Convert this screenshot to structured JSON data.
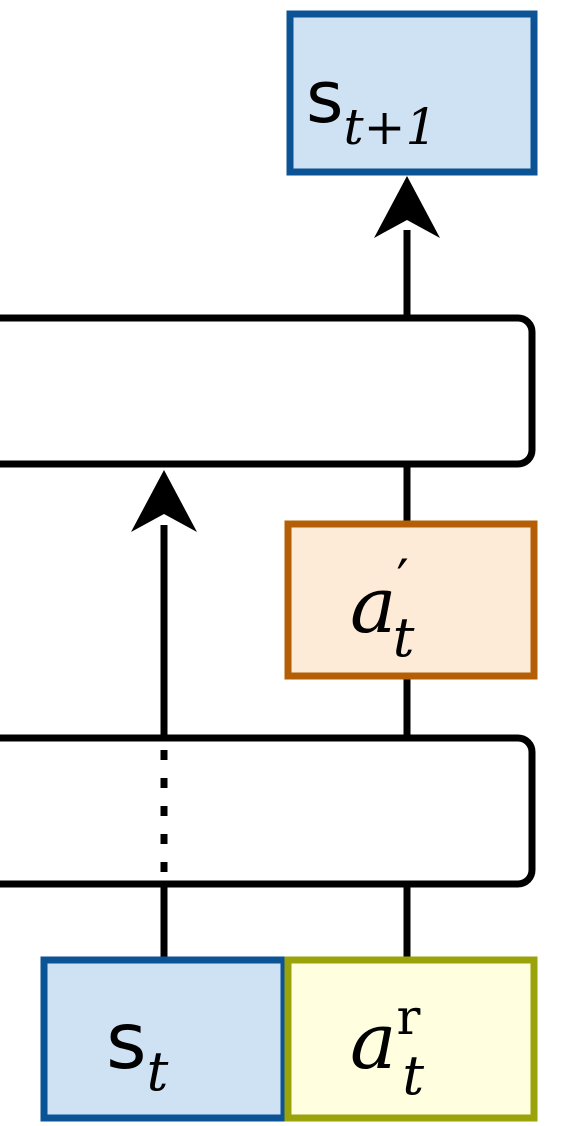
{
  "diagram": {
    "colors": {
      "state_fill": "#cfe2f3",
      "state_stroke": "#0b5394",
      "action_prime_fill": "#fdebd8",
      "action_prime_stroke": "#b45f06",
      "action_r_fill": "#ffffe0",
      "action_r_stroke": "#9aa30a",
      "line": "#000000",
      "block_fill": "#ffffff"
    },
    "nodes": {
      "next_state": {
        "base": "s",
        "subscript": "t+1",
        "superscript": ""
      },
      "action_prime": {
        "base": "a",
        "subscript": "t",
        "superscript": "′"
      },
      "state": {
        "base": "s",
        "subscript": "t",
        "superscript": ""
      },
      "action_r": {
        "base": "a",
        "subscript": "t",
        "superscript": "r"
      }
    },
    "blocks": {
      "upper_block": {
        "label": ""
      },
      "lower_block": {
        "label": ""
      }
    }
  }
}
